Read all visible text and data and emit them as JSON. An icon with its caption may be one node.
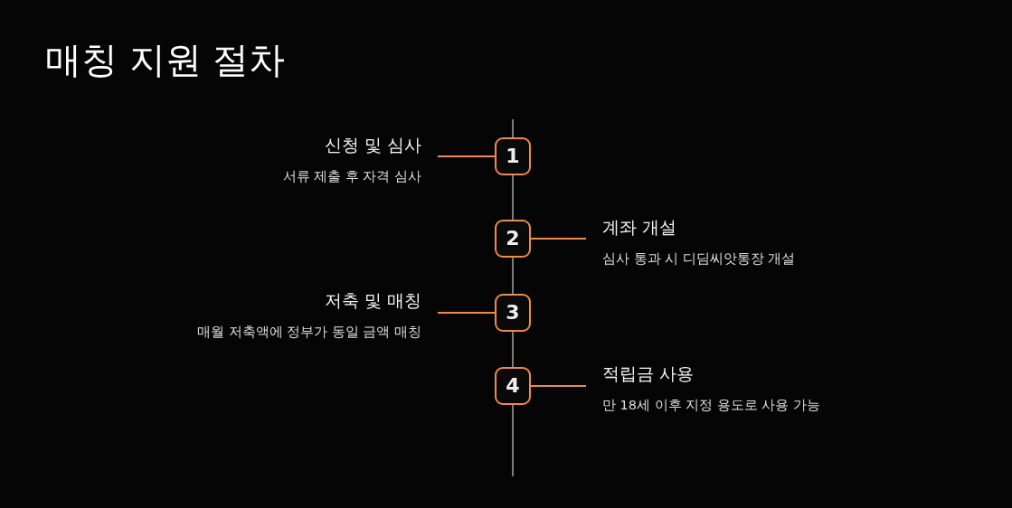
{
  "diagram": {
    "title": "매칭 지원 절차",
    "nodes": [
      {
        "text": [
          "신청 및 심사",
          "서류 제출 후 자격 심사"
        ]
      },
      {
        "text": [
          "1"
        ]
      },
      {
        "text": [
          "2"
        ]
      },
      {
        "text": [
          "계좌 개설",
          "심사 통과 시 디딤씨앗통장 개설"
        ]
      },
      {
        "text": [
          "저축 및 매칭",
          "매월 저축액에 정부가 동일 금액 매칭"
        ]
      },
      {
        "text": [
          "3"
        ]
      },
      {
        "text": [
          "4"
        ]
      },
      {
        "text": [
          "적립금 사용",
          "만 18세 이후 지정 용도로 사용 가능"
        ]
      }
    ],
    "edges": [
      {
        "from": 0,
        "to": 1,
        "arrow": "none"
      },
      {
        "from": 2,
        "to": 3,
        "arrow": "none"
      },
      {
        "from": 4,
        "to": 5,
        "arrow": "none"
      },
      {
        "from": 6,
        "to": 7,
        "arrow": "none"
      }
    ]
  }
}
